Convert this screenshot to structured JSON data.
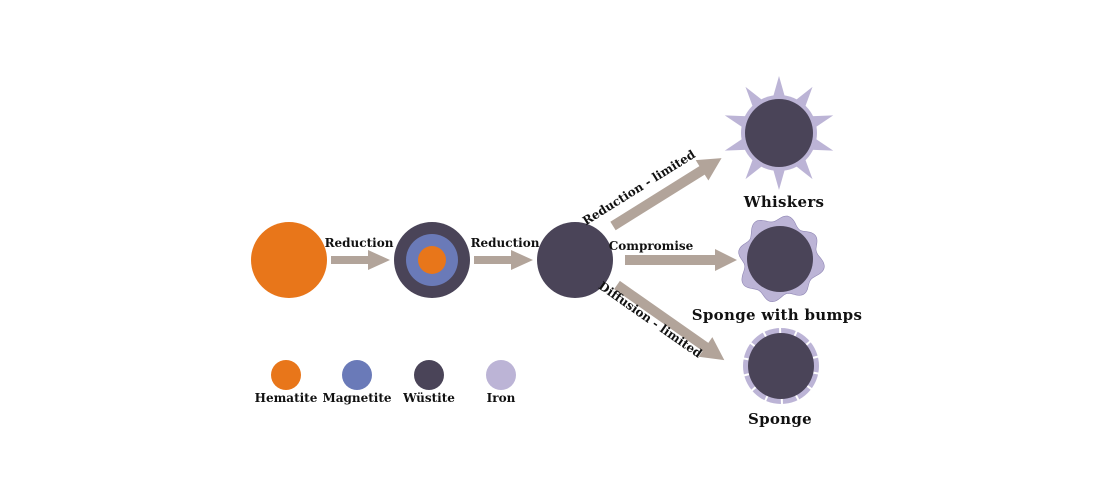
{
  "colors": {
    "hematite": "#e8761a",
    "magnetite": "#6a7ab8",
    "wustite": "#4a4458",
    "iron": "#bcb4d6",
    "arrow": "#b2a49a",
    "iron_outline": "#8f86b4"
  },
  "arrows": {
    "step1": "Reduction",
    "step2": "Reduction",
    "upper": "Reduction - limited",
    "middle": "Compromise",
    "lower": "Diffusion - limited"
  },
  "results": {
    "whiskers": "Whiskers",
    "bumps": "Sponge with bumps",
    "sponge": "Sponge"
  },
  "legend": [
    {
      "label": "Hematite",
      "swatch": "hematite"
    },
    {
      "label": "Magnetite",
      "swatch": "magnetite"
    },
    {
      "label": "Wüstite",
      "swatch": "wustite"
    },
    {
      "label": "Iron",
      "swatch": "iron"
    }
  ]
}
